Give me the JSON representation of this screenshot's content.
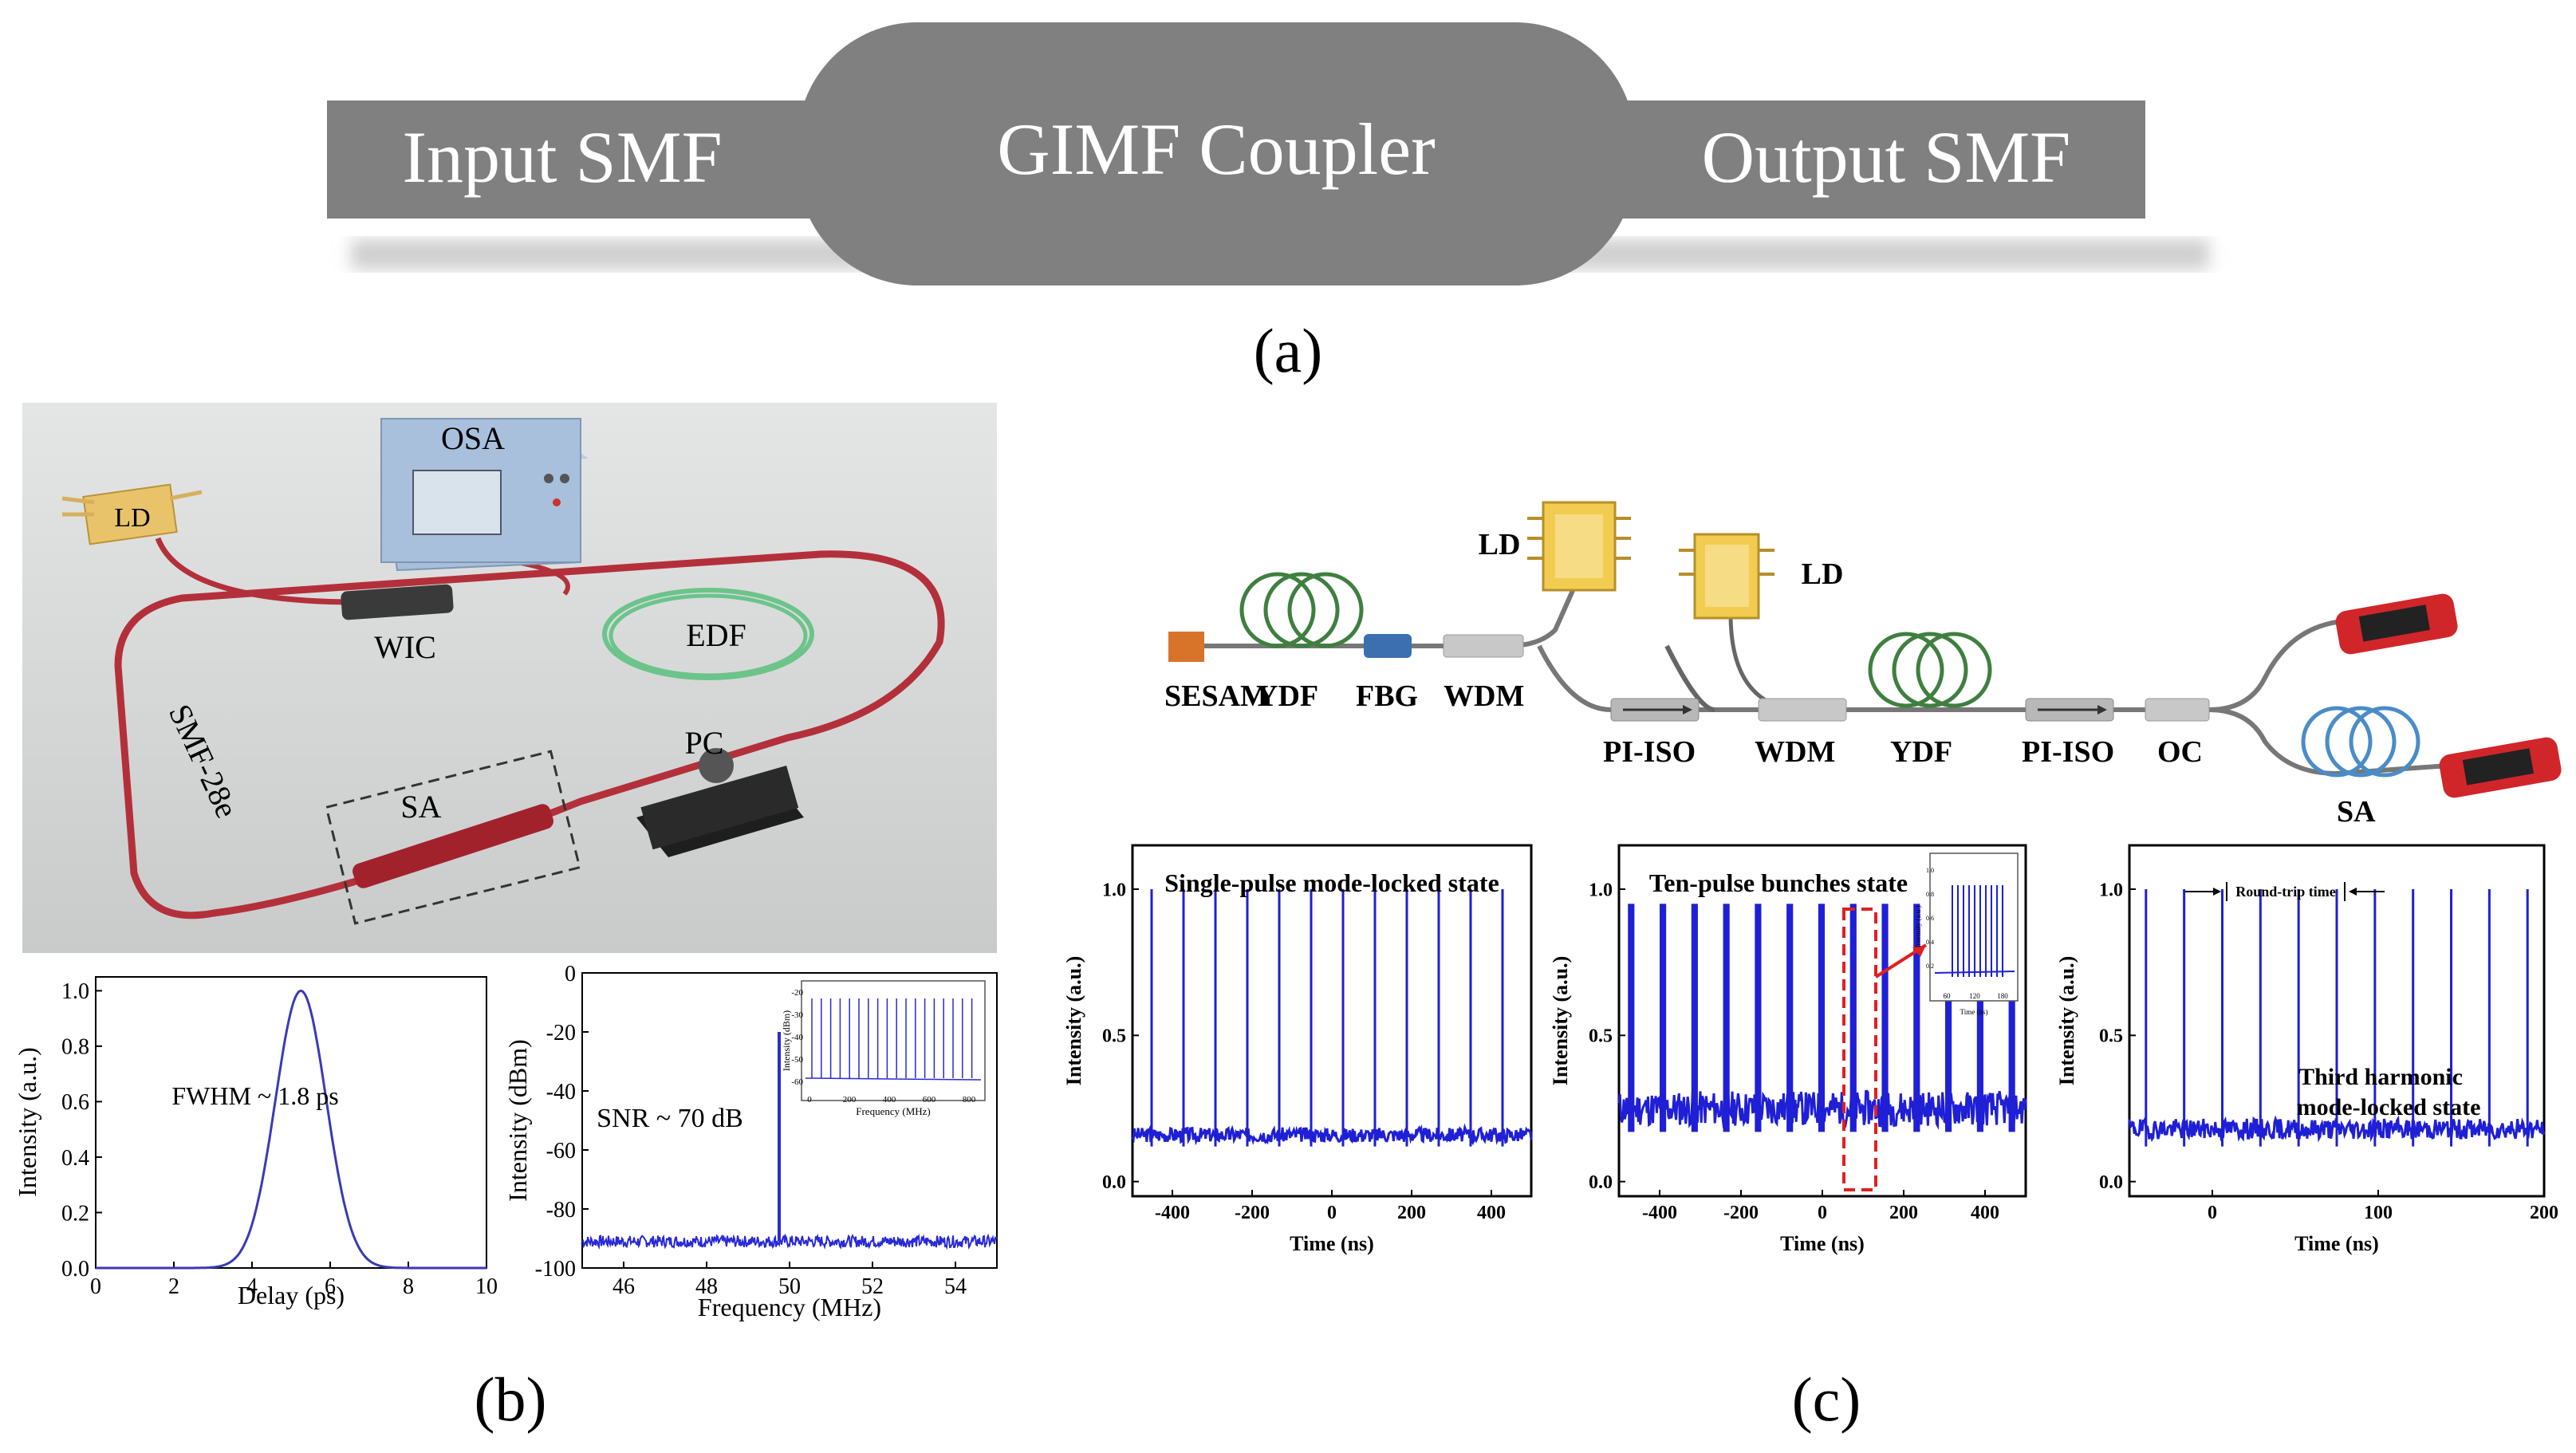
{
  "figure": {
    "panel_labels": {
      "a": "(a)",
      "b": "(b)",
      "c": "(c)"
    },
    "a": {
      "input": "Input SMF",
      "coupler": "GIMF Coupler",
      "output": "Output SMF"
    },
    "b_setup": {
      "osa": "OSA",
      "ld": "LD",
      "wic": "WIC",
      "edf": "EDF",
      "smf": "SMF-28e",
      "pc": "PC",
      "sa": "SA"
    },
    "c_setup": {
      "ld1": "LD",
      "ld2": "LD",
      "labels": [
        "SESAM",
        "YDF",
        "FBG",
        "WDM",
        "PI-ISO",
        "WDM",
        "YDF",
        "PI-ISO",
        "OC",
        "SA"
      ]
    },
    "colors": {
      "fiber_gray": "#808080",
      "trace_blue": "#1f1fd6",
      "fiber_red": "#b3303a",
      "edf_green": "#6cc48a",
      "ld_yellow": "#f2cc50",
      "highlight_red": "#e02020"
    }
  },
  "chart_data": [
    {
      "type": "line",
      "id": "autocorrelation",
      "xlabel": "Delay (ps)",
      "ylabel": "Intensity (a.u.)",
      "xlim": [
        0,
        10
      ],
      "ylim": [
        0,
        1.05
      ],
      "xticks": [
        0,
        2,
        4,
        6,
        8,
        10
      ],
      "yticks": [
        "0.0",
        "0.2",
        "0.4",
        "0.6",
        "0.8",
        "1.0"
      ],
      "annotation": "FWHM ~ 1.8 ps",
      "series": [
        {
          "x": [
            0,
            2.5,
            3.2,
            3.8,
            4.3,
            4.8,
            5.25,
            5.7,
            6.2,
            6.7,
            7.3,
            8.0,
            10
          ],
          "y": [
            0,
            0.01,
            0.08,
            0.3,
            0.65,
            0.92,
            1.0,
            0.92,
            0.65,
            0.3,
            0.08,
            0.01,
            0
          ]
        }
      ]
    },
    {
      "type": "line",
      "id": "rf-spectrum",
      "xlabel": "Frequency (MHz)",
      "ylabel": "Intensity (dBm)",
      "xlim": [
        45,
        55
      ],
      "ylim": [
        -100,
        0
      ],
      "xticks": [
        46,
        48,
        50,
        52,
        54
      ],
      "yticks": [
        "0",
        "-20",
        "-40",
        "-60",
        "-80",
        "-100"
      ],
      "annotation": "SNR ~ 70 dB",
      "peak": {
        "x": 49.75,
        "y": -20
      },
      "noise_floor": -91
    },
    {
      "type": "line",
      "id": "rf-inset",
      "xlabel": "Frequency (MHz)",
      "ylabel": "Intensity (dBm)",
      "xticks": [
        0,
        200,
        400,
        600,
        800
      ],
      "yticks": [
        "-20",
        "-30",
        "-40",
        "-50",
        "-60"
      ]
    },
    {
      "type": "line",
      "id": "single-pulse",
      "title": "Single-pulse mode-locked state",
      "xlabel": "Time (ns)",
      "ylabel": "Intensity (a.u.)",
      "xlim": [
        -500,
        500
      ],
      "ylim": [
        -0.05,
        1.15
      ],
      "xticks": [
        -400,
        -200,
        0,
        200,
        400
      ],
      "yticks": [
        "0.0",
        "0.5",
        "1.0"
      ],
      "baseline": 0.16,
      "peak": 1.0,
      "pulse_positions": [
        -452,
        -372,
        -292,
        -212,
        -132,
        -52,
        28,
        108,
        188,
        268,
        348,
        428
      ]
    },
    {
      "type": "line",
      "id": "ten-pulse",
      "title": "Ten-pulse bunches state",
      "xlabel": "Time (ns)",
      "ylabel": "Intensity (a.u.)",
      "xlim": [
        -500,
        500
      ],
      "ylim": [
        -0.05,
        1.15
      ],
      "xticks": [
        -400,
        -200,
        0,
        200,
        400
      ],
      "yticks": [
        "0.0",
        "0.5",
        "1.0"
      ],
      "baseline": 0.25,
      "peak": 0.95,
      "bunch_positions": [
        -478,
        -400,
        -322,
        -244,
        -166,
        -88,
        -10,
        68,
        146,
        224,
        302,
        380,
        458
      ]
    },
    {
      "type": "line",
      "id": "ten-pulse-inset",
      "xlabel": "Time (ns)",
      "ylabel": "Intensity (a.u.)",
      "xticks": [
        60,
        120,
        180
      ],
      "yticks": [
        "1.0",
        "0.8",
        "0.6",
        "0.4",
        "0.2"
      ]
    },
    {
      "type": "line",
      "id": "third-harmonic",
      "xlabel": "Time (ns)",
      "ylabel": "Intensity (a.u.)",
      "xlim": [
        -50,
        200
      ],
      "ylim": [
        -0.05,
        1.15
      ],
      "xticks": [
        0,
        100,
        200
      ],
      "yticks": [
        "0.0",
        "0.5",
        "1.0"
      ],
      "annotation_top": "Round-trip time",
      "annotation_state_1": "Third harmonic",
      "annotation_state_2": "mode-locked   state",
      "baseline": 0.18,
      "peak": 1.0,
      "pulse_positions": [
        -40,
        -17,
        6,
        29,
        52,
        75,
        98,
        121,
        144,
        167,
        190
      ]
    }
  ]
}
